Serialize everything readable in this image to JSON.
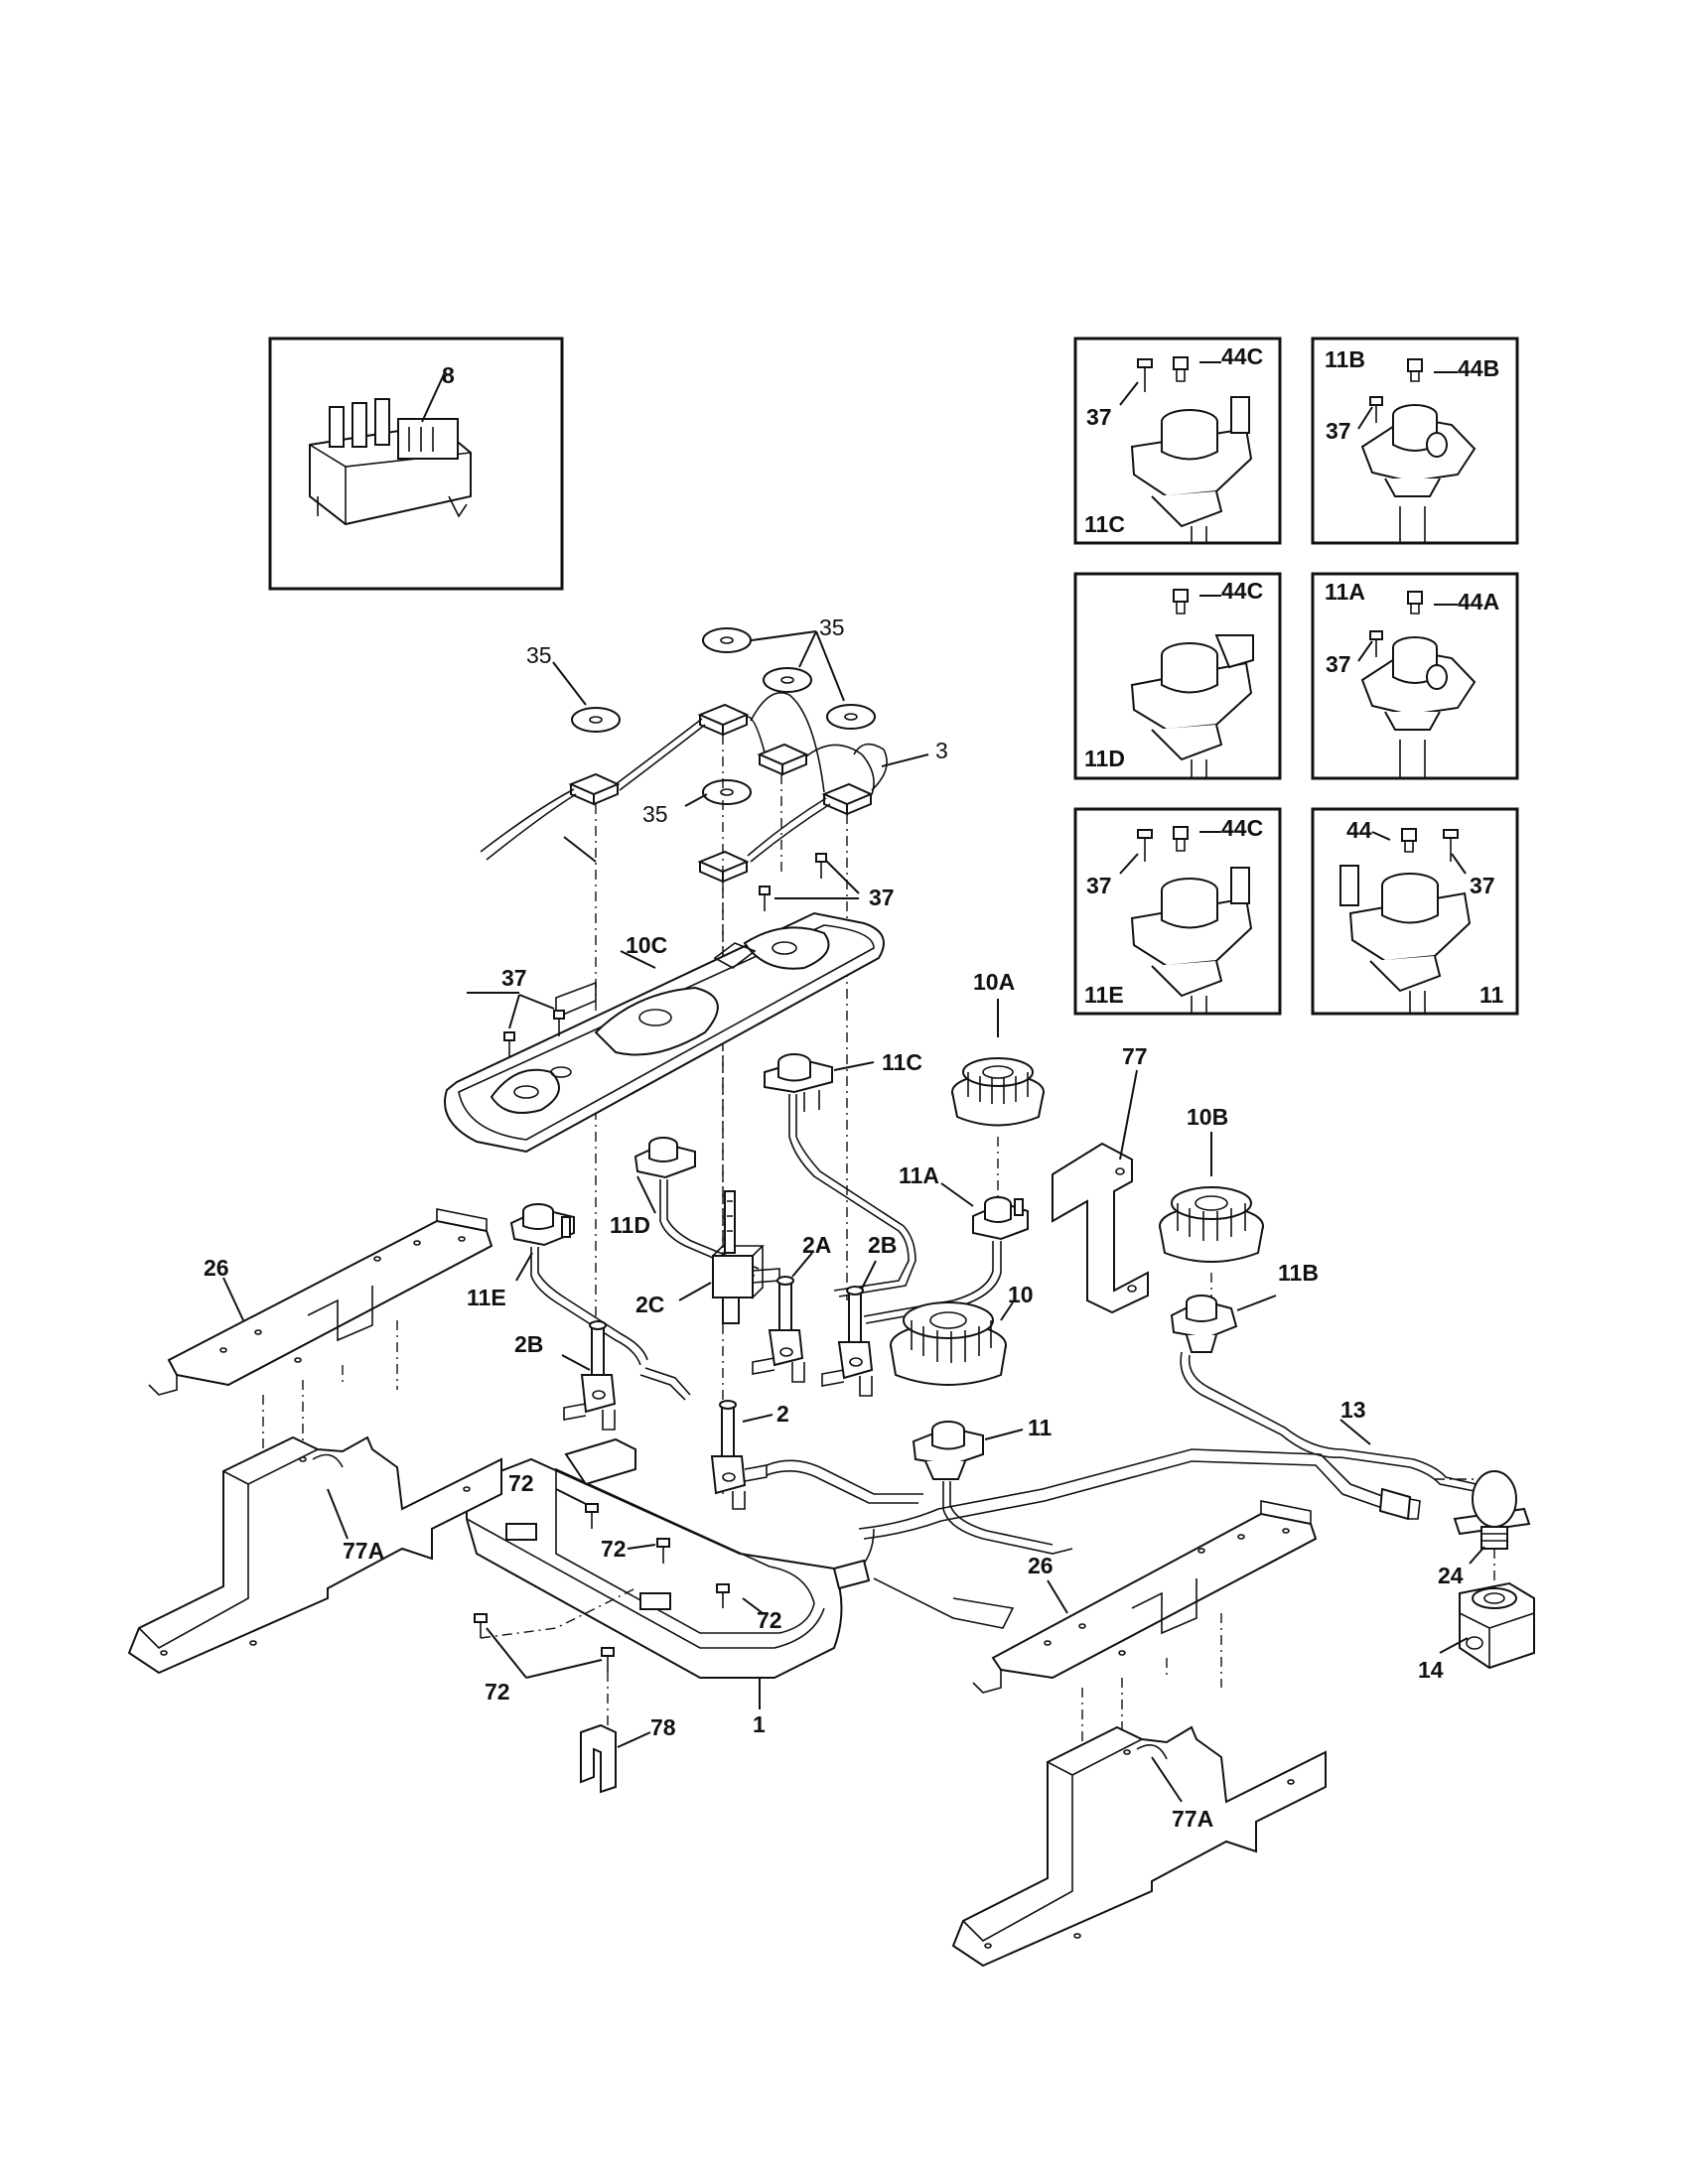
{
  "labels": {
    "igniter_module": "8",
    "inset_11c_label": "11C",
    "inset_11c_cap": "44C",
    "inset_11c_screw": "37",
    "inset_11b_label": "11B",
    "inset_11b_cap": "44B",
    "inset_11b_screw": "37",
    "inset_11d_label": "11D",
    "inset_11d_cap": "44C",
    "inset_11a_label": "11A",
    "inset_11a_cap": "44A",
    "inset_11a_screw": "37",
    "inset_11e_label": "11E",
    "inset_11e_cap": "44C",
    "inset_11e_screw": "37",
    "inset_11_label": "11",
    "inset_11_cap": "44",
    "inset_11_screw": "37",
    "switch_35_left": "35",
    "switch_35_top": "35",
    "switch_35_mid": "35",
    "harness_3": "3",
    "screws_37_top": "37",
    "screws_37_left": "37",
    "tray_10c": "10C",
    "cap_10a": "10A",
    "head_11c": "11C",
    "head_11a": "11A",
    "bracket_77": "77",
    "cap_10b": "10B",
    "head_11d": "11D",
    "head_11b": "11B",
    "valve_2a": "2A",
    "valve_2b_right": "2B",
    "valve_2c": "2C",
    "cap_10": "10",
    "head_11e": "11E",
    "rail_26_left": "26",
    "valve_2b_left": "2B",
    "valve_2": "2",
    "head_11": "11",
    "pipe_13": "13",
    "screw_72_a": "72",
    "screw_72_b": "72",
    "screw_72_c": "72",
    "screw_72_d": "72",
    "bracket_77a_left": "77A",
    "rail_26_right": "26",
    "adapter_24": "24",
    "regulator_14": "14",
    "clip_78": "78",
    "manifold_1": "1",
    "bracket_77a_right": "77A"
  }
}
